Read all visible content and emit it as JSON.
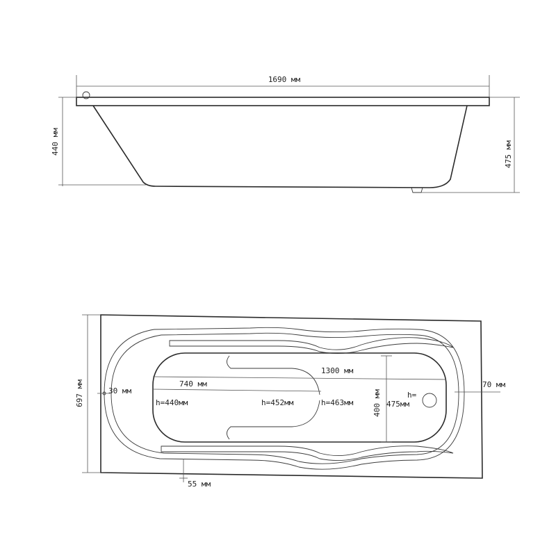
{
  "side_view": {
    "length_label": "1690 мм",
    "height_left_label": "440 мм",
    "height_right_label": "475 мм"
  },
  "top_view": {
    "width_label": "697 мм",
    "rim_left_label": "30 мм",
    "rim_right_label": "70 мм",
    "rim_bottom_label": "55 мм",
    "inner_length_label": "1300 мм",
    "half_length_label": "740 мм",
    "inner_width_label": "400 мм",
    "depth_1": "h=440мм",
    "depth_2": "h=452мм",
    "depth_3": "h=463мм",
    "depth_4_top": "h=",
    "depth_4_bottom": "475мм"
  }
}
